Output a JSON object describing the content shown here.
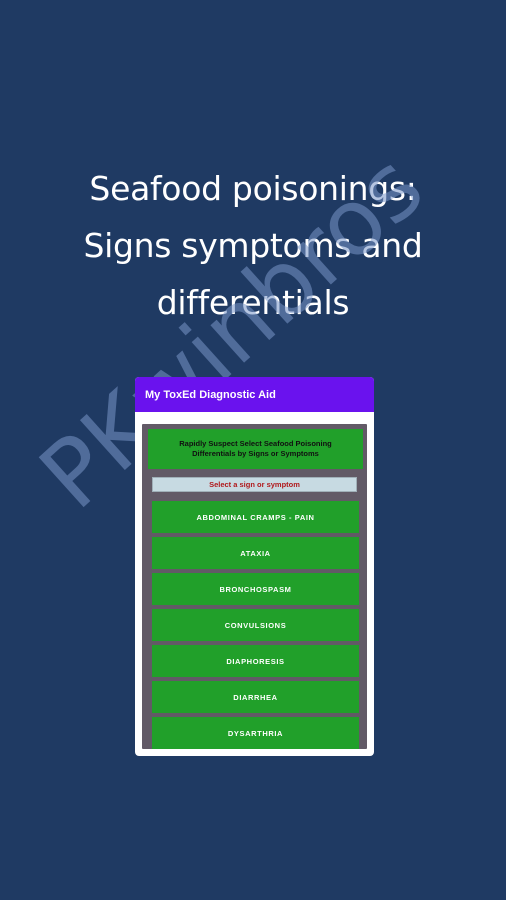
{
  "promo": {
    "line1": "Seafood poisonings:",
    "line2": "Signs symptoms and",
    "line3": "differentials"
  },
  "watermark": "PKwinbros",
  "app": {
    "title": "My ToxEd Diagnostic Aid",
    "header_line1": "Rapidly Suspect Select Seafood Poisoning",
    "header_line2": "Differentials by Signs or Symptoms",
    "select_label": "Select a sign or symptom",
    "items": [
      "ABDOMINAL CRAMPS - PAIN",
      "ATAXIA",
      "BRONCHOSPASM",
      "CONVULSIONS",
      "DIAPHORESIS",
      "DIARRHEA",
      "DYSARTHRIA"
    ]
  },
  "colors": {
    "background": "#1f3a63",
    "app_bar": "#6a12ee",
    "button_green": "#21a02a",
    "content_gray": "#625a66",
    "select_bg": "#c7dae2",
    "select_text": "#b0181b"
  }
}
